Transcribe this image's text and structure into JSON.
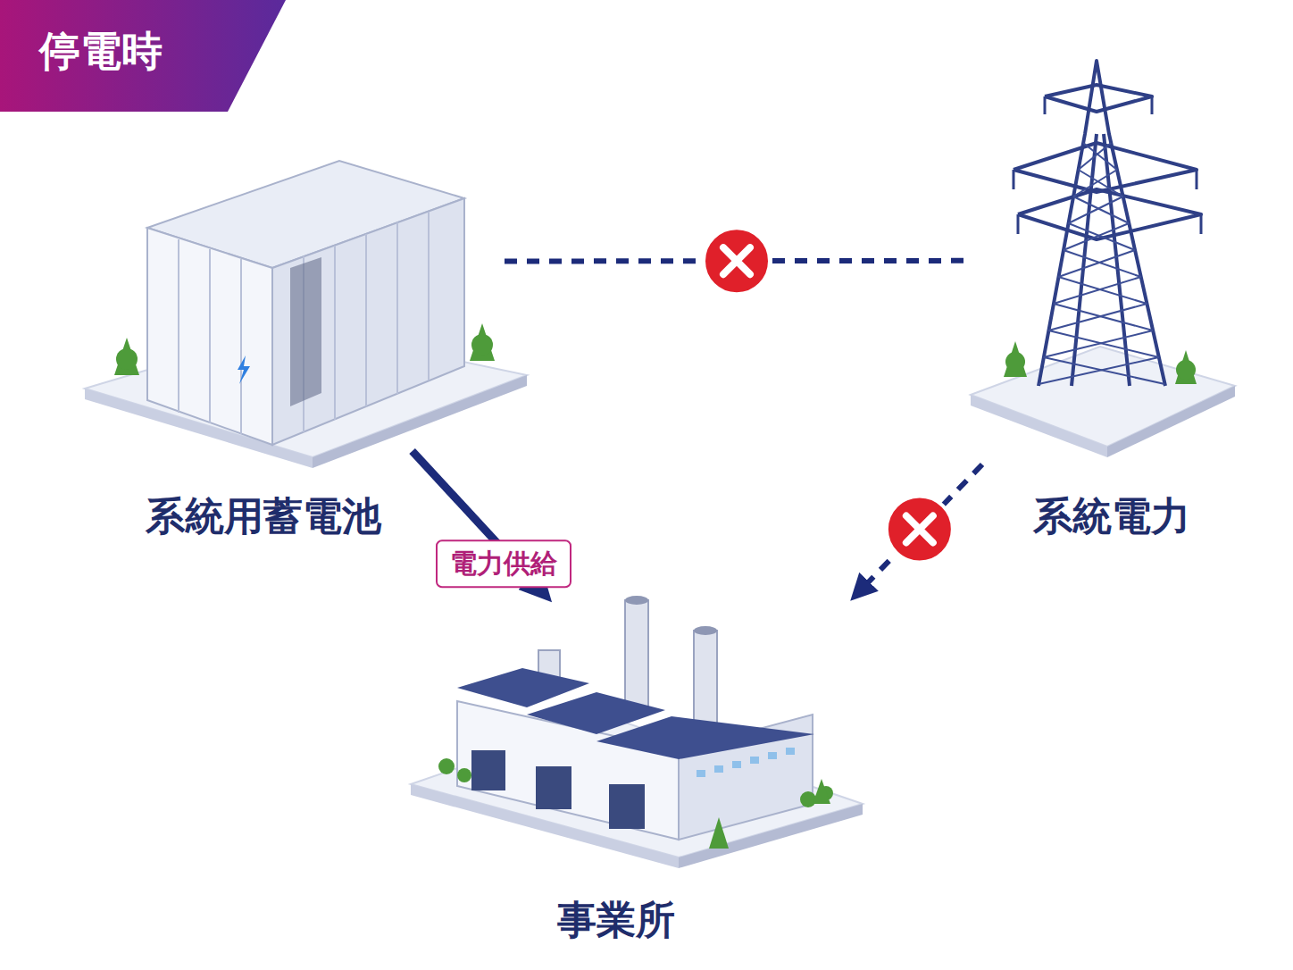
{
  "diagram": {
    "title": "停電時",
    "nodes": [
      {
        "text": [
          "系統用蓄電池"
        ]
      },
      {
        "text": [
          "系統電力"
        ]
      },
      {
        "text": [
          "事業所"
        ]
      }
    ],
    "edges": [
      {
        "from": 0,
        "to": 2,
        "label": "電力供給",
        "arrow": "to"
      },
      {
        "from": 0,
        "to": 1,
        "arrow": "none"
      },
      {
        "from": 1,
        "to": 2,
        "arrow": "to"
      }
    ]
  }
}
